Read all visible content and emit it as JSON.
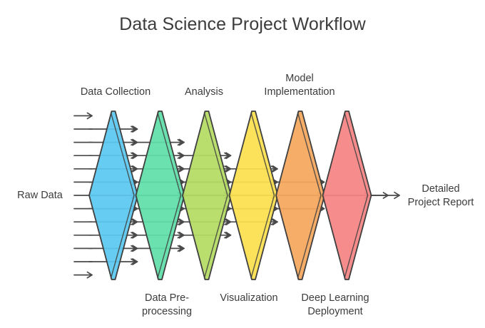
{
  "title": "Data Science Project Workflow",
  "input_label": "Raw Data",
  "output_label": "Detailed\nProject Report",
  "colors": {
    "stroke": "#3f3f3f",
    "arrow": "#4a4a4a",
    "text": "#3c3c3c",
    "background": "#ffffff"
  },
  "stages": [
    {
      "id": "data-collection",
      "label": "Data Collection",
      "label_position": "top",
      "fill": "#5BC8F0",
      "edge_fill": "#4FB9E0",
      "arrows_in": 13,
      "arrows_out": 11
    },
    {
      "id": "data-preprocessing",
      "label": "Data Pre-\nprocessing",
      "label_position": "bottom",
      "fill": "#5FDFA8",
      "edge_fill": "#53CE9A",
      "arrows_in": 11,
      "arrows_out": 9
    },
    {
      "id": "analysis",
      "label": "Analysis",
      "label_position": "top",
      "fill": "#B5DB63",
      "edge_fill": "#A6CC57",
      "arrows_in": 9,
      "arrows_out": 7
    },
    {
      "id": "visualization",
      "label": "Visualization",
      "label_position": "bottom",
      "fill": "#FBE04D",
      "edge_fill": "#EFD141",
      "arrows_in": 7,
      "arrows_out": 5
    },
    {
      "id": "model-implementation",
      "label": "Model\nImplementation",
      "label_position": "top",
      "fill": "#F5A75C",
      "edge_fill": "#E89950",
      "arrows_in": 5,
      "arrows_out": 3
    },
    {
      "id": "deep-learning-deployment",
      "label": "Deep Learning\nDeployment",
      "label_position": "bottom",
      "fill": "#F58383",
      "edge_fill": "#E87777",
      "arrows_in": 3,
      "arrows_out": 1
    }
  ],
  "labels": {
    "data_collection": "Data Collection",
    "analysis": "Analysis",
    "model_implementation": "Model\nImplementation",
    "data_preprocessing": "Data Pre-\nprocessing",
    "visualization": "Visualization",
    "deep_learning_deployment": "Deep Learning\nDeployment"
  },
  "chart_data": {
    "type": "diagram",
    "title": "Data Science Project Workflow",
    "subtype": "funnel-filter-pipeline",
    "input": "Raw Data",
    "output": "Detailed Project Report",
    "stage_names": [
      "Data Collection",
      "Data Pre-processing",
      "Analysis",
      "Visualization",
      "Model Implementation",
      "Deep Learning Deployment"
    ],
    "flow_counts": [
      13,
      11,
      9,
      7,
      5,
      3,
      1
    ]
  }
}
